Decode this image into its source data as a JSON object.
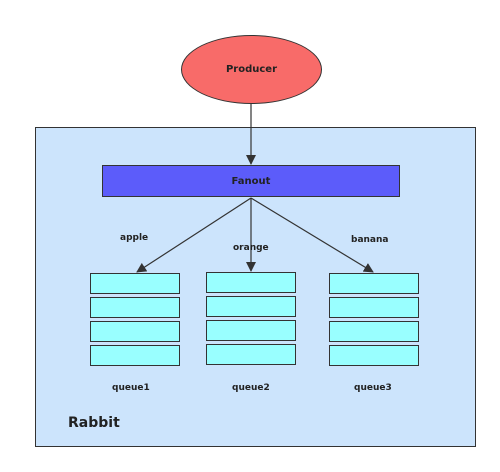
{
  "diagram": {
    "producer_label": "Producer",
    "exchange_label": "Fanout",
    "broker_label": "Rabbit",
    "routing_keys": [
      "apple",
      "orange",
      "banana"
    ],
    "queues": [
      "queue1",
      "queue2",
      "queue3"
    ]
  },
  "colors": {
    "producer": "#f86b69",
    "exchange": "#5c5cfa",
    "broker_background": "#cce4fc",
    "queue_slot": "#99ffff",
    "outline": "#333333"
  }
}
